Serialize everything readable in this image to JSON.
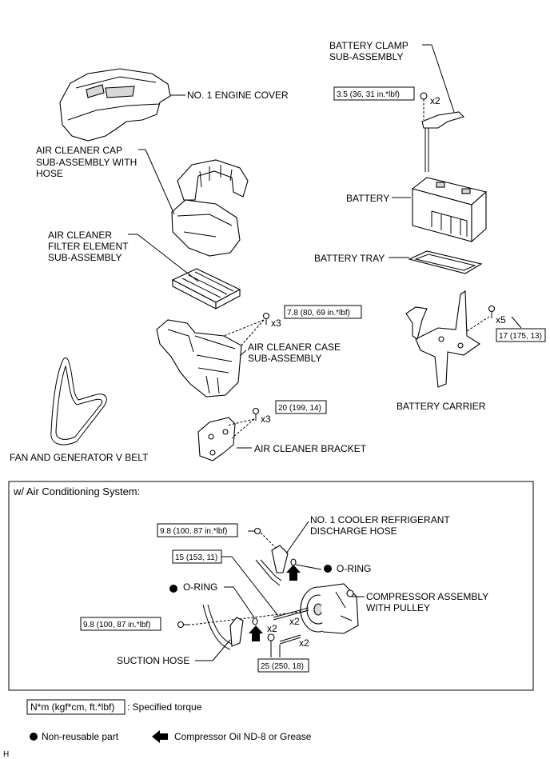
{
  "labels": {
    "engine_cover": "NO. 1 ENGINE COVER",
    "battery_clamp_1": "BATTERY CLAMP",
    "battery_clamp_2": "SUB-ASSEMBLY",
    "air_cleaner_cap_1": "AIR CLEANER CAP",
    "air_cleaner_cap_2": "SUB-ASSEMBLY WITH",
    "air_cleaner_cap_3": "HOSE",
    "battery": "BATTERY",
    "air_cleaner_filter_1": "AIR CLEANER",
    "air_cleaner_filter_2": "FILTER ELEMENT",
    "air_cleaner_filter_3": "SUB-ASSEMBLY",
    "battery_tray": "BATTERY TRAY",
    "air_cleaner_case_1": "AIR CLEANER CASE",
    "air_cleaner_case_2": "SUB-ASSEMBLY",
    "battery_carrier": "BATTERY CARRIER",
    "air_cleaner_bracket": "AIR CLEANER BRACKET",
    "v_belt": "FAN AND GENERATOR V BELT",
    "ac_section_title": "w/ Air Conditioning System:",
    "discharge_hose_1": "NO. 1 COOLER REFRIGERANT",
    "discharge_hose_2": "DISCHARGE HOSE",
    "o_ring_1": "O-RING",
    "o_ring_2": "O-RING",
    "compressor_1": "COMPRESSOR ASSEMBLY",
    "compressor_2": "WITH PULLEY",
    "suction_hose": "SUCTION HOSE",
    "corner_code": "H"
  },
  "torques": {
    "battery_clamp": "3.5 (36, 31 in.*lbf)",
    "air_cleaner_case": "7.8 (80, 69 in.*lbf)",
    "battery_carrier": "17 (175, 13)",
    "air_cleaner_bracket": "20 (199, 14)",
    "discharge_hose": "9.8 (100, 87 in.*lbf)",
    "compressor_top": "15 (153, 11)",
    "suction_hose": "9.8 (100, 87 in.*lbf)",
    "compressor_bottom": "25 (250, 18)"
  },
  "quantities": {
    "battery_clamp": "x2",
    "air_cleaner_case": "x3",
    "battery_carrier": "x5",
    "air_cleaner_bracket": "x3",
    "compressor_a": "x2",
    "compressor_b": "x2",
    "compressor_c": "x2"
  },
  "legend": {
    "torque_unit": "N*m (kgf*cm, ft.*lbf)",
    "torque_text": ": Specified torque",
    "non_reusable": "Non-reusable part",
    "compressor_oil": "Compressor Oil ND-8 or Grease"
  }
}
